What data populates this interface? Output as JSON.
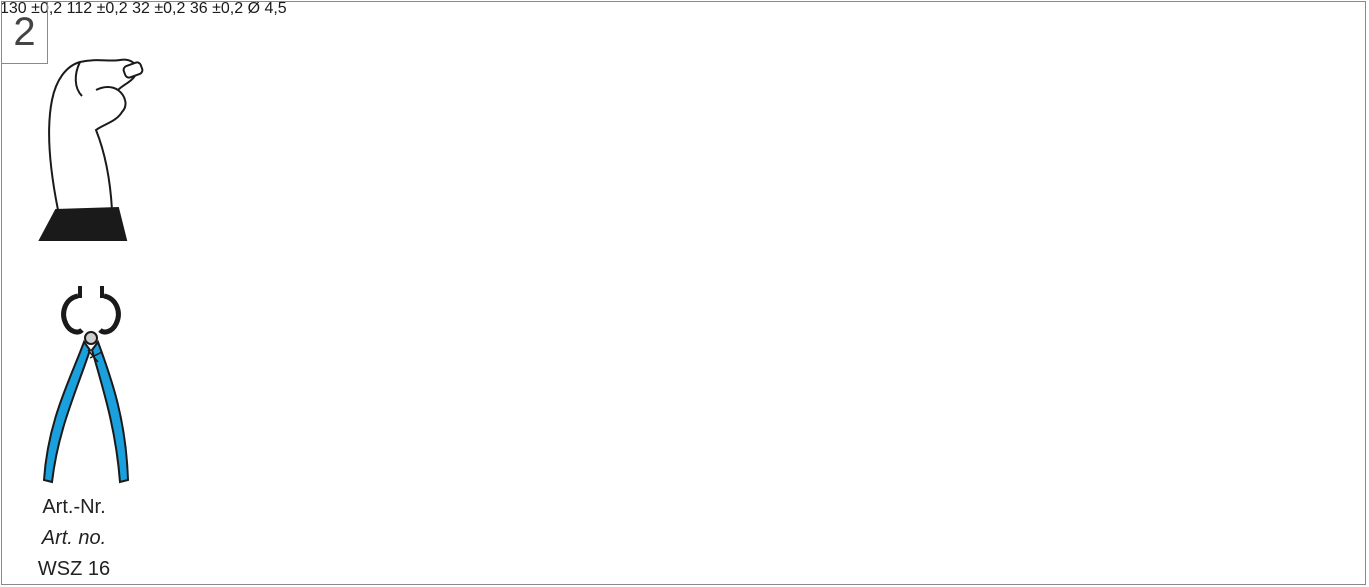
{
  "step_number": "2",
  "article": {
    "label_de": "Art.-Nr.",
    "label_en": "Art. no.",
    "number": "WSZ 16"
  },
  "dimensions": {
    "width_outer": "130",
    "width_outer_tol": "±0,2",
    "width_inner": "112",
    "width_inner_tol": "±0,2",
    "height_right": "32",
    "height_right_tol": "±0,2",
    "height_left": "36",
    "height_left_tol": "±0,2",
    "hole_diameter": "Ø 4,5"
  },
  "colors": {
    "cable_brown": "#a07b6a",
    "cable_blue": "#8fb3d4",
    "cable_orange": "#e58a6c",
    "cable_grey": "#5e5e5e",
    "cable_lightgrey": "#d6d6d6",
    "cable_mint": "#c4ddd0",
    "grommet": "#f3e7c0",
    "arrow_red": "#e0202a",
    "plier_blue": "#1aa0dc",
    "panel": "#e3e3e3"
  }
}
